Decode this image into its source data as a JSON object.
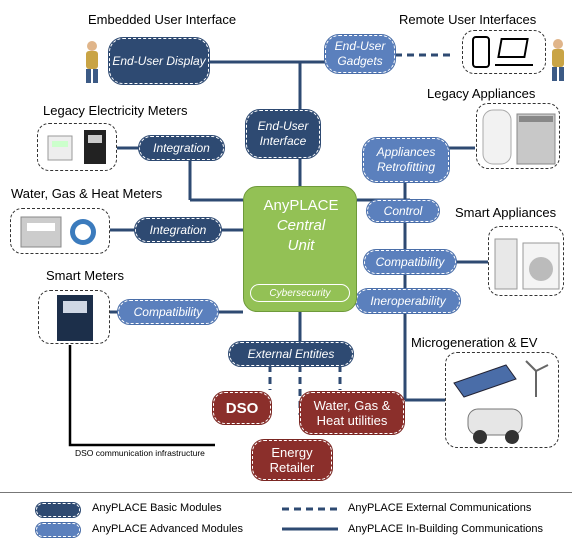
{
  "labels": {
    "embedded_ui": "Embedded User Interface",
    "remote_ui": "Remote User Interfaces",
    "legacy_meters": "Legacy Electricity Meters",
    "legacy_appliances": "Legacy Appliances",
    "water_gas_heat_meters": "Water, Gas & Heat Meters",
    "smart_appliances": "Smart Appliances",
    "smart_meters": "Smart Meters",
    "microgeneration": "Microgeneration & EV",
    "dso_infra": "DSO communication infrastructure"
  },
  "central_unit": {
    "line1": "AnyPLACE",
    "line2": "Central",
    "line3": "Unit",
    "cybersecurity": "Cybersecurity"
  },
  "modules": {
    "end_user_display": "End-User Display",
    "end_user_gadgets": "End-User Gadgets",
    "end_user_interface": "End-User Interface",
    "integration_1": "Integration",
    "integration_2": "Integration",
    "appliances_retrofitting": "Appliances Retrofitting",
    "control": "Control",
    "compatibility_1": "Compatibility",
    "compatibility_2": "Compatibility",
    "interoperability": "Ineroperability",
    "external_entities": "External Entities"
  },
  "entities": {
    "dso": "DSO",
    "utilities": "Water, Gas & Heat utilities",
    "energy_retailer": "Energy Retailer"
  },
  "legend": {
    "basic_modules": "AnyPLACE Basic Modules",
    "advanced_modules": "AnyPLACE Advanced Modules",
    "external_comm": "AnyPLACE External Communications",
    "inbuilding_comm": "AnyPLACE In-Building Communications"
  },
  "colors": {
    "basic": "#2e4a72",
    "advanced": "#5b80bd",
    "central_unit": "#93c155",
    "entity": "#8b2f2b",
    "line": "#2e4a72"
  }
}
